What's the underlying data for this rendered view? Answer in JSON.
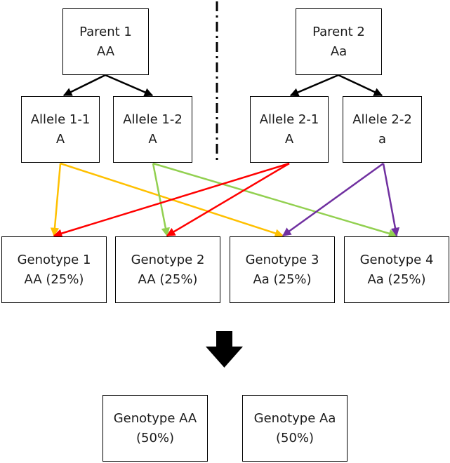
{
  "parents": [
    {
      "label": "Parent 1",
      "genotype": "AA"
    },
    {
      "label": "Parent 2",
      "genotype": "Aa"
    }
  ],
  "alleles": [
    {
      "label": "Allele 1-1",
      "value": "A"
    },
    {
      "label": "Allele 1-2",
      "value": "A"
    },
    {
      "label": "Allele 2-1",
      "value": "A"
    },
    {
      "label": "Allele 2-2",
      "value": "a"
    }
  ],
  "genotypes": [
    {
      "label": "Genotype 1",
      "value": "AA (25%)"
    },
    {
      "label": "Genotype 2",
      "value": "AA (25%)"
    },
    {
      "label": "Genotype 3",
      "value": "Aa (25%)"
    },
    {
      "label": "Genotype 4",
      "value": "Aa (25%)"
    }
  ],
  "results": [
    {
      "label": "Genotype AA",
      "value": "(50%)"
    },
    {
      "label": "Genotype Aa",
      "value": "(50%)"
    }
  ],
  "colors": {
    "line": "#000000",
    "allele_1_1": "#ffc000",
    "allele_1_2": "#92d050",
    "allele_2_1": "#ff0000",
    "allele_2_2": "#7030a0"
  }
}
